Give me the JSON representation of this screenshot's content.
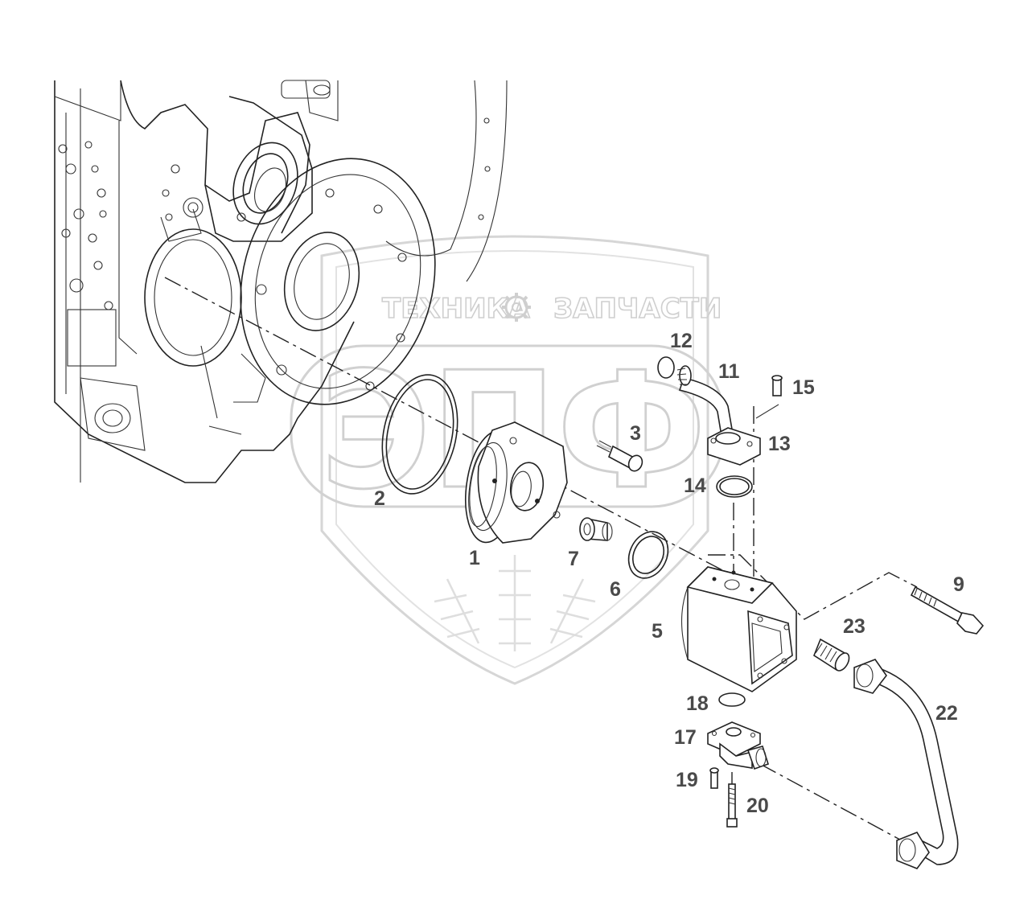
{
  "watermark": {
    "brand_left": "ТЕХНИКА",
    "brand_right": "ЗАПЧАСТИ",
    "emblem_letters": "ЭПФ",
    "gear_icon": "gear-icon"
  },
  "callouts": [
    {
      "id": "c1",
      "text": "1"
    },
    {
      "id": "c2",
      "text": "2"
    },
    {
      "id": "c3",
      "text": "3"
    },
    {
      "id": "c5",
      "text": "5"
    },
    {
      "id": "c6",
      "text": "6"
    },
    {
      "id": "c7",
      "text": "7"
    },
    {
      "id": "c9",
      "text": "9"
    },
    {
      "id": "c11",
      "text": "11"
    },
    {
      "id": "c12",
      "text": "12"
    },
    {
      "id": "c13",
      "text": "13"
    },
    {
      "id": "c14",
      "text": "14"
    },
    {
      "id": "c15",
      "text": "15"
    },
    {
      "id": "c17",
      "text": "17"
    },
    {
      "id": "c18",
      "text": "18"
    },
    {
      "id": "c19",
      "text": "19"
    },
    {
      "id": "c20",
      "text": "20"
    },
    {
      "id": "c22",
      "text": "22"
    },
    {
      "id": "c23",
      "text": "23"
    }
  ]
}
